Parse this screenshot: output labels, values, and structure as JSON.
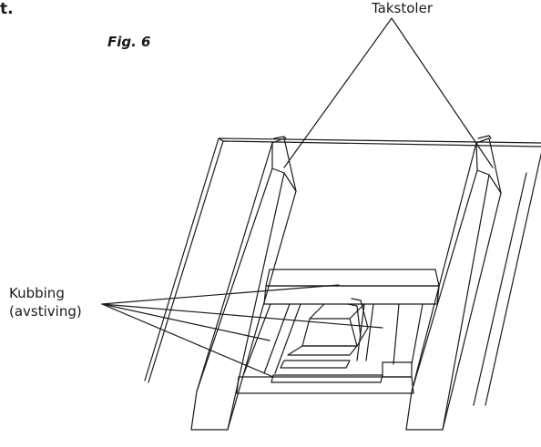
{
  "page": {
    "corner_fragment": "t.",
    "figure_caption": "Fig. 6"
  },
  "labels": {
    "rafters": "Takstoler",
    "blocking_line1": "Kubbing",
    "blocking_line2": "(avstiving)"
  },
  "colors": {
    "ink": "#1a1a1a",
    "background": "#ffffff"
  }
}
